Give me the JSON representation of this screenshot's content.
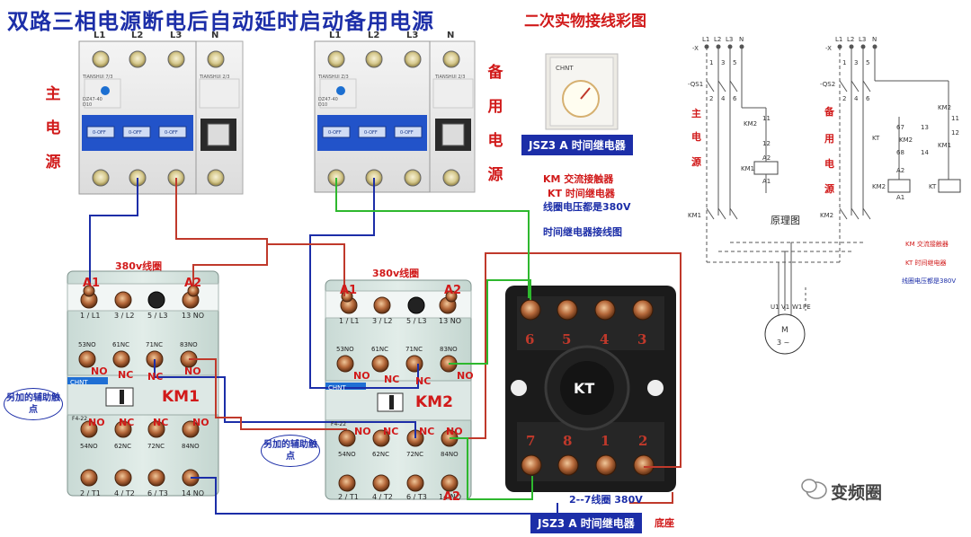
{
  "title": "双路三相电源断电后自动延时启动备用电源",
  "subtitle": "二次实物接线彩图",
  "main_source_chars": [
    "主",
    "电",
    "源"
  ],
  "backup_source_chars": [
    "备",
    "用",
    "电",
    "源"
  ],
  "breaker_terminals": [
    "L1",
    "L2",
    "L3",
    "N"
  ],
  "breaker_main_brand": "TIANSHUI 7/3",
  "breaker_backup_brand": "TIANSHUI Z/3",
  "breaker_n_brand": "TIANSHUI 2/3",
  "breaker_model": "DZ47-40",
  "breaker_rating": "D10",
  "breaker_off_text": "0-OFF",
  "relay_product_label": "JSZ3 A 时间继电器",
  "relay_brand": "CHNT",
  "legend_lines": [
    "KM 交流接触器",
    "KT 时间继电器",
    "线圈电压都是380V"
  ],
  "relay_wiring_caption": "时间继电器接线图",
  "coil_label": "380v线圈",
  "contactor1": {
    "name": "KM1",
    "coil_a1": "A1",
    "coil_a2": "A2",
    "top_terminals": [
      "1 / L1",
      "3 / L2",
      "5 / L3",
      "13 NO"
    ],
    "mid_terminals": [
      "53NO",
      "61NC",
      "71NC",
      "83NO"
    ],
    "lower_terminals": [
      "54NO",
      "62NC",
      "72NC",
      "84NO"
    ],
    "bottom_terminals": [
      "2 / T1",
      "4 / T2",
      "6 / T3",
      "14 NO"
    ],
    "brand": "CHNT",
    "aux_model": "F4-22"
  },
  "contactor2": {
    "name": "KM2",
    "coil_a1": "A1",
    "coil_a2": "A2",
    "top_terminals": [
      "1 / L1",
      "3 / L2",
      "5 / L3",
      "13 NO"
    ],
    "mid_terminals": [
      "53NO",
      "61NC",
      "71NC",
      "83NO"
    ],
    "lower_terminals": [
      "54NO",
      "62NC",
      "72NC",
      "84NO"
    ],
    "bottom_terminals": [
      "2 / T1",
      "4 / T2",
      "6 / T3",
      "14 NO"
    ],
    "brand": "CHNT",
    "aux_model": "F4-22"
  },
  "contact_marks": [
    "NO",
    "NC"
  ],
  "aux_bubble": "另加的辅助触点",
  "socket": {
    "label": "KT",
    "top_pins": [
      "6",
      "5",
      "4",
      "3"
    ],
    "bottom_pins": [
      "7",
      "8",
      "1",
      "2"
    ],
    "coil_caption": "2--7线圈 380V",
    "product_label": "JSZ3 A 时间继电器",
    "base_label": "底座"
  },
  "schematic": {
    "caption": "原理图",
    "main_chars": [
      "主",
      "电",
      "源"
    ],
    "backup_chars": [
      "备",
      "用",
      "电",
      "源"
    ],
    "legend_lines": [
      "KM 交流接触器",
      "KT 时间继电器",
      "线圈电压都是380V"
    ],
    "labels": {
      "l1": "L1",
      "l2": "L2",
      "l3": "L3",
      "n": "N",
      "x": "-X",
      "qs1": "-QS1",
      "qs2": "-QS2",
      "km1": "KM1",
      "km2": "KM2",
      "kt": "KT",
      "a1": "A1",
      "a2": "A2",
      "n11": "11",
      "n12": "12",
      "n13": "13",
      "n14": "14",
      "n67": "67",
      "n68": "68",
      "p1": "1",
      "p2": "2",
      "p3": "3",
      "p4": "4",
      "p5": "5",
      "p6": "6",
      "u1": "U1",
      "v1": "V1",
      "w1": "W1",
      "pe": "PE",
      "motor": "M",
      "motor_phase": "3 ~"
    }
  },
  "watermark": "变频圈",
  "colors": {
    "title": "#1c2ea8",
    "accent_red": "#d11a1a",
    "wire_blue": "#1c2ea8",
    "wire_red": "#c0392b",
    "wire_green": "#2eb82e",
    "contactor_body": "#d8e6e2",
    "socket_body": "#1b1b1b",
    "terminal": "#b5683a"
  }
}
